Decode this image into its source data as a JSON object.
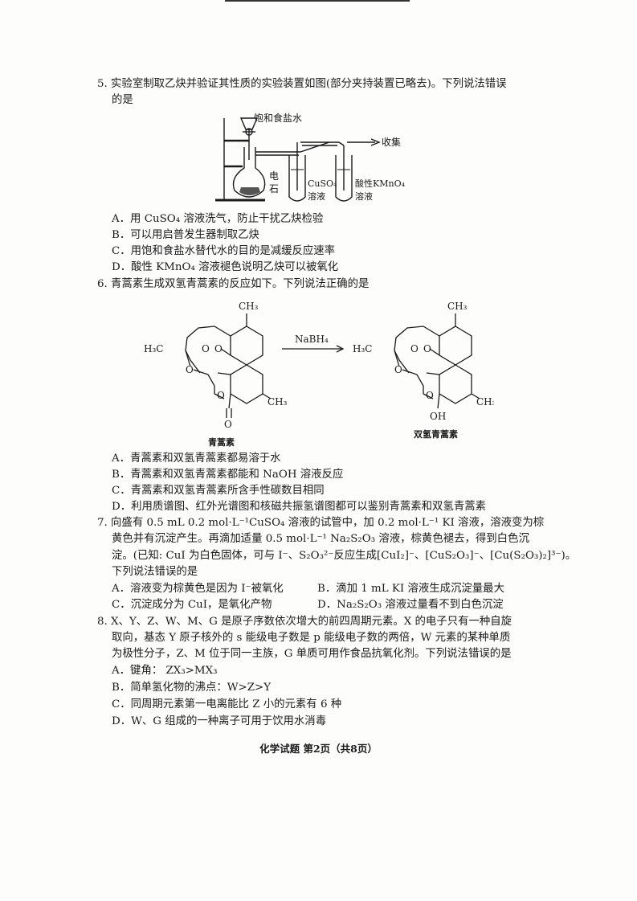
{
  "q5": {
    "stem1": "5. 实验室制取乙炔并验证其性质的实验装置如图(部分夹持装置已略去)。下列说法错误",
    "stem2": "的是",
    "fig": {
      "funnel_label": "饱和食盐水",
      "collect_label": "收集",
      "solid_label_1": "电",
      "solid_label_2": "石",
      "tube1_label_1": "CuSO₄",
      "tube1_label_2": "溶液",
      "tube2_label_1": "酸性KMnO₄",
      "tube2_label_2": "溶液"
    },
    "options": [
      "A．用 CuSO₄ 溶液洗气，防止干扰乙炔检验",
      "B．可以用启普发生器制取乙炔",
      "C．用饱和食盐水替代水的目的是减缓反应速率",
      "D．酸性 KMnO₄ 溶液褪色说明乙炔可以被氧化"
    ]
  },
  "q6": {
    "stem": "6. 青蒿素生成双氢青蒿素的反应如下。下列说法正确的是",
    "fig": {
      "reagent": "NaBH₄",
      "methyl": "CH₃",
      "h3c": "H₃C",
      "o": "O",
      "carbonyl_o": "O",
      "oh": "OH",
      "left_name": "青蒿素",
      "right_name": "双氢青蒿素"
    },
    "options": [
      "A．青蒿素和双氢青蒿素都易溶于水",
      "B．青蒿素和双氢青蒿素都能和 NaOH 溶液反应",
      "C．青蒿素和双氢青蒿素所含手性碳数目相同",
      "D．利用质谱图、红外光谱图和核磁共振氢谱图都可以鉴别青蒿素和双氢青蒿素"
    ]
  },
  "q7": {
    "lines": [
      "7. 向盛有 0.5 mL 0.2 mol·L⁻¹CuSO₄ 溶液的试管中，加 0.2 mol·L⁻¹ KI 溶液，溶液变为棕",
      "黄色并有沉淀产生。再滴加适量 0.5 mol·L⁻¹ Na₂S₂O₃ 溶液，棕黄色褪去，得到白色沉",
      "淀。(已知: CuI 为白色固体，可与 I⁻、S₂O₃²⁻反应生成[CuI₂]⁻、[CuS₂O₃]⁻、[Cu(S₂O₃)₂]³⁻)。",
      "下列说法错误的是"
    ],
    "options": [
      "A．溶液变为棕黄色是因为 I⁻被氧化",
      "B．滴加 1 mL KI 溶液生成沉淀量最大",
      "C．沉淀成分为 CuI，是氧化产物",
      "D．Na₂S₂O₃ 溶液过量看不到白色沉淀"
    ]
  },
  "q8": {
    "lines": [
      "8. X、Y、Z、W、M、G 是原子序数依次增大的前四周期元素。X 的电子只有一种自旋",
      "取向，基态 Y 原子核外的 s 能级电子数是 p 能级电子数的两倍，W 元素的某种单质",
      "为极性分子，Z、M 位于同一主族，G 单质可用作食品抗氧化剂。下列说法错误的是"
    ],
    "options": [
      "A．键角： ZX₃>MX₃",
      "B．简单氢化物的沸点：W>Z>Y",
      "C．同周期元素第一电离能比 Z 小的元素有 6 种",
      "D．W、G 组成的一种离子可用于饮用水消毒"
    ]
  },
  "footer": "化学试题  第2页（共8页）"
}
